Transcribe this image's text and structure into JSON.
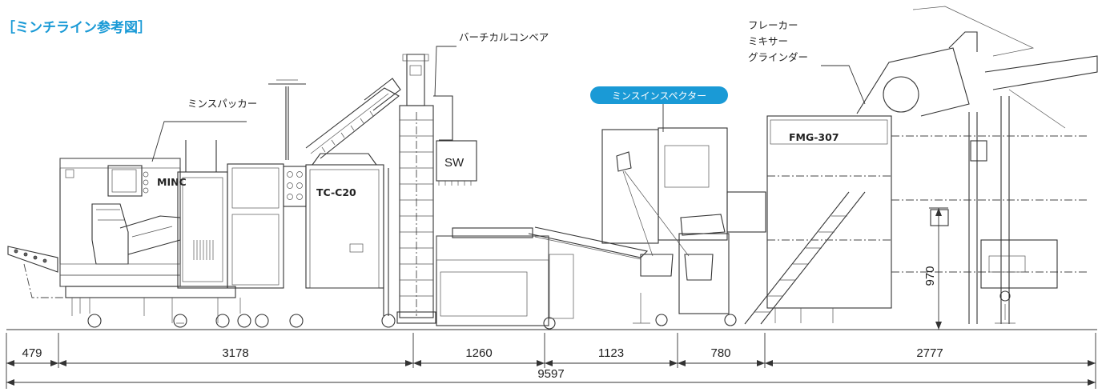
{
  "title": "［ミンチライン参考図］",
  "callouts": {
    "vertical_conveyor": "バーチカルコンベア",
    "flaker_1": "フレーカー",
    "flaker_2": "ミキサー",
    "flaker_3": "グラインダー",
    "mince_packer": "ミンスパッカー",
    "mince_inspector": "ミンスインスペクター"
  },
  "machine_labels": {
    "sw": "SW",
    "packer_brand": "MINC",
    "tc": "TC-C20",
    "fmg": "FMG-307"
  },
  "dimensions": {
    "segments": [
      "479",
      "3178",
      "1260",
      "1123",
      "780",
      "2777"
    ],
    "total": "9597",
    "height": "970"
  },
  "colors": {
    "accent": "#1a9ad6",
    "line": "#333333"
  }
}
